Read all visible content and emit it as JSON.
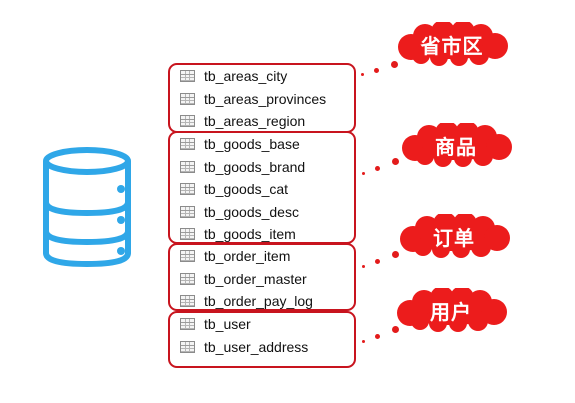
{
  "colors": {
    "database_icon": "#2fa7e8",
    "group_border": "#c8141e",
    "cloud_fill": "#ec1c1c",
    "cloud_text": "#ffffff"
  },
  "database_icon": "database-icon",
  "table_icon": "table-icon",
  "groups": [
    {
      "label": "省市区",
      "tables": [
        "tb_areas_city",
        "tb_areas_provinces",
        "tb_areas_region"
      ]
    },
    {
      "label": "商品",
      "tables": [
        "tb_goods_base",
        "tb_goods_brand",
        "tb_goods_cat",
        "tb_goods_desc",
        "tb_goods_item"
      ]
    },
    {
      "label": "订单",
      "tables": [
        "tb_order_item",
        "tb_order_master",
        "tb_order_pay_log"
      ]
    },
    {
      "label": "用户",
      "tables": [
        "tb_user",
        "tb_user_address"
      ]
    }
  ]
}
